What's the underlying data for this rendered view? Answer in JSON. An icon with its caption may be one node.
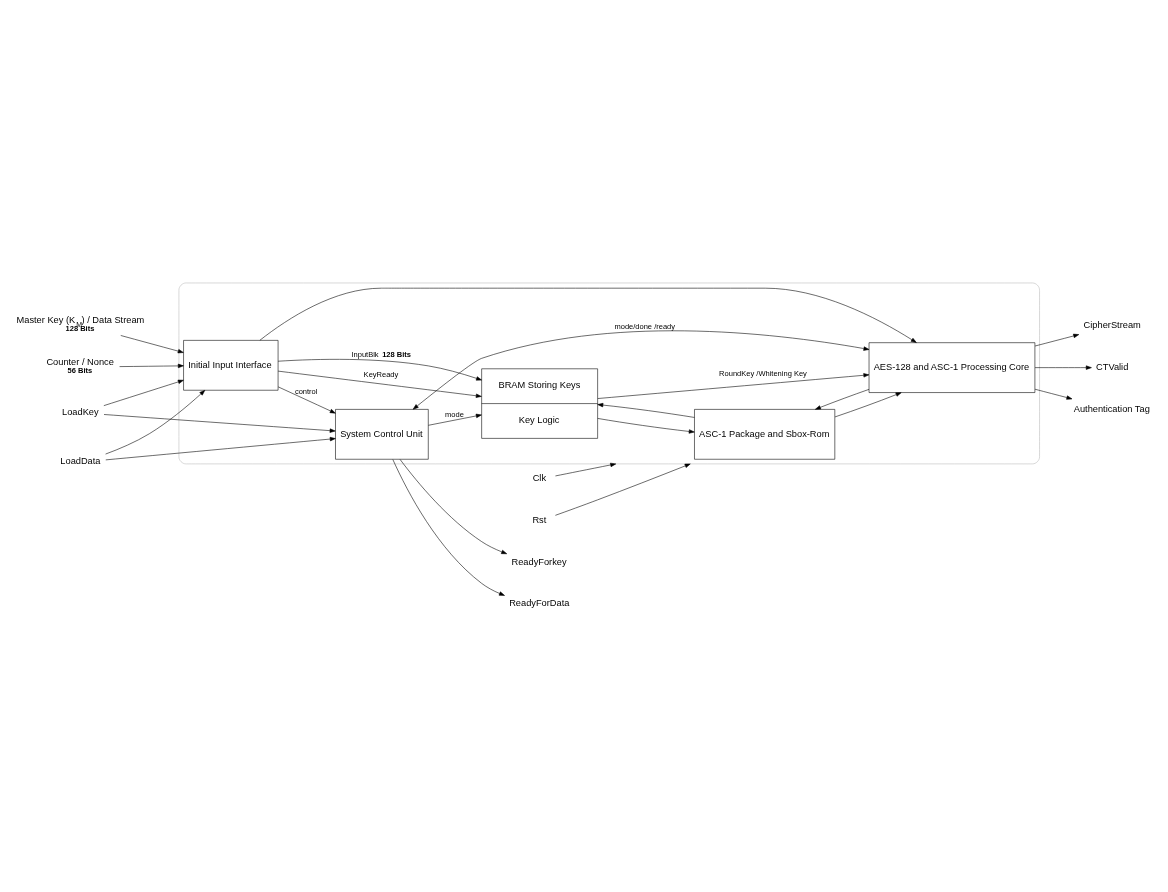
{
  "diagram": {
    "nodes": [
      {
        "text": [],
        "shape": "box"
      },
      {
        "text": [
          "Master Key (K$_{M}$) / Data Stream",
          "128 Bits"
        ]
      },
      {
        "text": [
          "Counter / Nonce",
          "56 Bits"
        ]
      },
      {
        "text": [
          "LoadKey"
        ]
      },
      {
        "text": [
          "LoadData"
        ]
      },
      {
        "text": [
          "Initial Input Interface"
        ],
        "in": 0
      },
      {
        "text": [
          "BRAM Storing Keys",
          "Key Logic"
        ],
        "in": 0
      },
      {
        "text": [
          "ASC-1 Package and Sbox-Rom"
        ],
        "in": 0
      },
      {
        "text": [
          "System Control Unit"
        ],
        "in": 0
      },
      {
        "text": [
          "AES-128 and ASC-1 Processing Core"
        ],
        "in": 0
      },
      {
        "text": [
          "ReadyForkey"
        ]
      },
      {
        "text": [
          "ReadyForData"
        ]
      },
      {
        "text": [
          "CipherStream"
        ]
      },
      {
        "text": [
          "CTValid"
        ]
      },
      {
        "text": [
          "Authentication Tag"
        ]
      },
      {
        "text": [
          "Clk"
        ]
      },
      {
        "text": [
          "Rst"
        ]
      }
    ],
    "edges": [
      {
        "from": 1,
        "to": 5,
        "arrow": "to"
      },
      {
        "from": 2,
        "to": 5,
        "arrow": "to"
      },
      {
        "from": 3,
        "to": 5,
        "arrow": "to"
      },
      {
        "from": 4,
        "to": 5,
        "arrow": "to"
      },
      {
        "from": 3,
        "to": 8,
        "arrow": "to"
      },
      {
        "from": 4,
        "to": 8,
        "arrow": "to"
      },
      {
        "from": 5,
        "to": 6,
        "arrow": "to",
        "label": "KeyReady"
      },
      {
        "from": 5,
        "to": 6,
        "arrow": "to",
        "label": "InputBlk **128 Bits**"
      },
      {
        "from": 5,
        "to": 9,
        "arrow": "to"
      },
      {
        "from": 5,
        "to": 8,
        "arrow": "to",
        "label": "control"
      },
      {
        "from": 8,
        "to": 6,
        "arrow": "to",
        "label": "mode"
      },
      {
        "from": 6,
        "to": 9,
        "arrow": "to",
        "label": "RoundKey /Whitening Key"
      },
      {
        "from": 6,
        "to": 7,
        "arrow": "to"
      },
      {
        "from": 9,
        "to": 7,
        "arrow": "to"
      },
      {
        "from": 7,
        "to": 6,
        "arrow": "to"
      },
      {
        "from": 7,
        "to": 9,
        "arrow": "to"
      },
      {
        "from": 8,
        "to": 9,
        "arrow": "both",
        "label": "mode/done /ready"
      },
      {
        "from": 8,
        "to": 10,
        "arrow": "to"
      },
      {
        "from": 8,
        "to": 11,
        "arrow": "to"
      },
      {
        "from": 9,
        "to": 12,
        "arrow": "to"
      },
      {
        "from": 9,
        "to": 13,
        "arrow": "to"
      },
      {
        "from": 9,
        "to": 14,
        "arrow": "to"
      },
      {
        "from": 15,
        "to": 0,
        "arrow": "to"
      },
      {
        "from": 16,
        "to": 0,
        "arrow": "to"
      }
    ]
  }
}
